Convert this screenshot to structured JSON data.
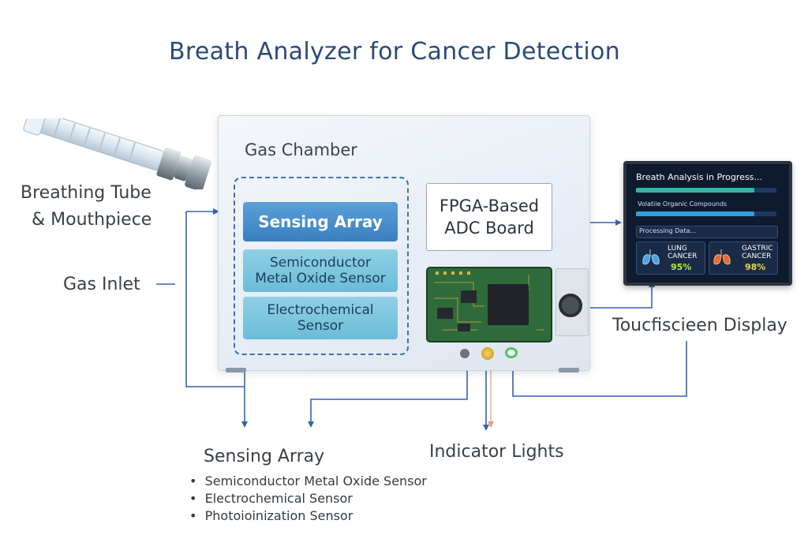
{
  "title": "Breath Analyzer for Cancer Detection",
  "labels": {
    "breathing_tube_line1": "Breathing Tube",
    "breathing_tube_line2": "& Mouthpiece",
    "gas_inlet": "Gas Inlet",
    "gas_chamber": "Gas Chamber",
    "touchscreen": "Toucfiscieen Display",
    "indicator_lights": "Indicator Lights",
    "sensing_array_bottom": "Sensing Array"
  },
  "sensing_array": {
    "header": "Sensing Array",
    "box1_line1": "Semiconductor",
    "box1_line2": "Metal Oxide Sensor",
    "box2_line1": "Electrochemical",
    "box2_line2": "Sensor"
  },
  "fpga": {
    "line1": "FPGA-Based",
    "line2": "ADC Board"
  },
  "screen": {
    "title": "Breath Analysis in Progress...",
    "voc_label": "Volatiie Organic Compounds",
    "processing": "Processing Data...",
    "lung_line1": "LUNG",
    "lung_line2": "CANCER",
    "lung_pct": "95%",
    "gastric_line1": "GASTRIC",
    "gastric_line2": "CANCER",
    "gastric_pct": "98%"
  },
  "sensor_list": [
    "Semiconductor Metal Oxide Sensor",
    "Electrochemical Sensor",
    "Photoioinization Sensor"
  ],
  "colors": {
    "arrow": "#3563b0",
    "title": "#2b4a78",
    "accent_green": "#b6e84a",
    "accent_yellow": "#e8d84a"
  }
}
